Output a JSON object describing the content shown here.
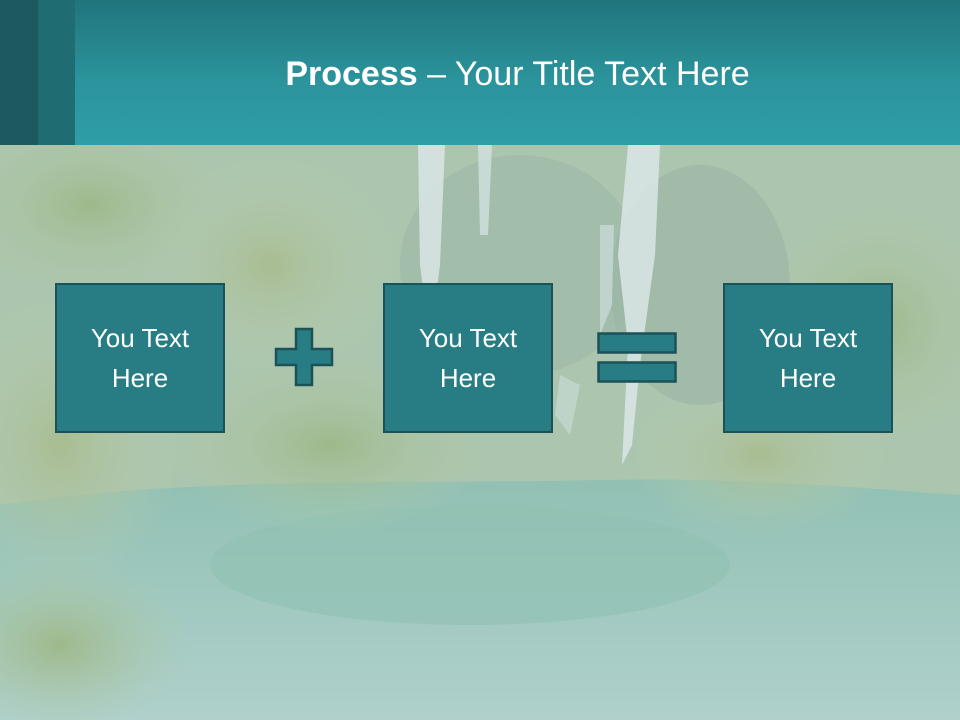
{
  "slide": {
    "title_bold": "Process",
    "title_rest": " – Your Title Text Here"
  },
  "process": {
    "boxes": [
      {
        "text": "You Text Here"
      },
      {
        "text": "You Text Here"
      },
      {
        "text": "You Text Here"
      }
    ],
    "operators": [
      "plus-icon",
      "equals-icon"
    ]
  },
  "colors": {
    "header": "#2b939b",
    "box_fill": "#277d83",
    "box_border": "#1a5258"
  }
}
